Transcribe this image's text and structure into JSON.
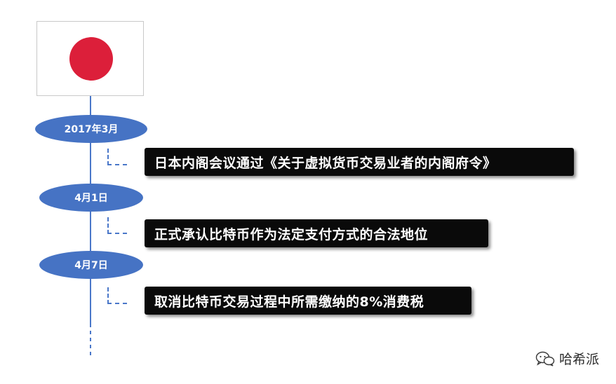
{
  "timeline": {
    "events": [
      {
        "date": "2017年3月",
        "description": "日本内阁会议通过《关于虚拟货币交易业者的内阁府令》"
      },
      {
        "date": "4月1日",
        "description": "正式承认比特币作为法定支付方式的合法地位"
      },
      {
        "date": "4月7日",
        "description": "取消比特币交易过程中所需缴纳的8%消费税"
      }
    ]
  },
  "watermark": {
    "label": "哈希派"
  },
  "colors": {
    "node": "#4673c4",
    "line": "#4a77c9",
    "event_bg": "#0a0a0a",
    "flag_disc": "#dc1f3a"
  },
  "icons": {
    "flag": "japan-flag",
    "watermark": "wechat-icon"
  }
}
